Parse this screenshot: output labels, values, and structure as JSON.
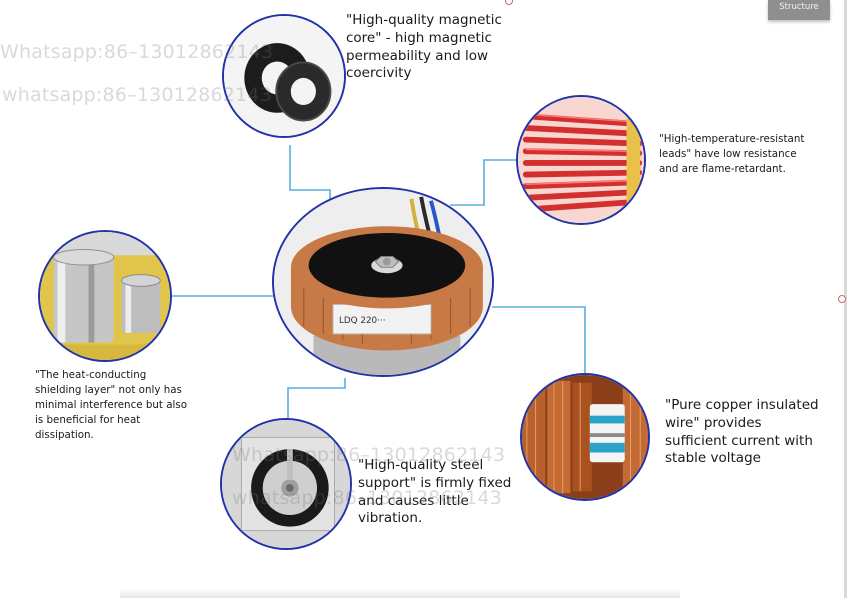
{
  "badge": {
    "label": "Structure"
  },
  "watermarks": [
    "Whatsapp:86–13012862143",
    "whatsapp:86–13012862143",
    "Whatsapp:86–13012862143",
    "whatsapp:86–13012862143"
  ],
  "captions": {
    "magnetic_core": "\"High-quality magnetic core\" - high magnetic permeability and low coercivity",
    "leads": "\"High-temperature-resistant leads\" have low resistance and are flame-retardant.",
    "shielding": "\"The heat-conducting shielding layer\" not only has minimal interference but also is beneficial for heat dissipation.",
    "copper_wire": "\"Pure copper insulated wire\" provides sufficient current with stable voltage",
    "steel_support": "\"High-quality steel support\" is firmly fixed and causes little vibration."
  },
  "transformer_label": "LDQ 220···",
  "colors": {
    "circle_border": "#2232a8",
    "connector_line": "#59aee0",
    "copper": "#c77a45",
    "lead_red": "#e23a3a"
  }
}
